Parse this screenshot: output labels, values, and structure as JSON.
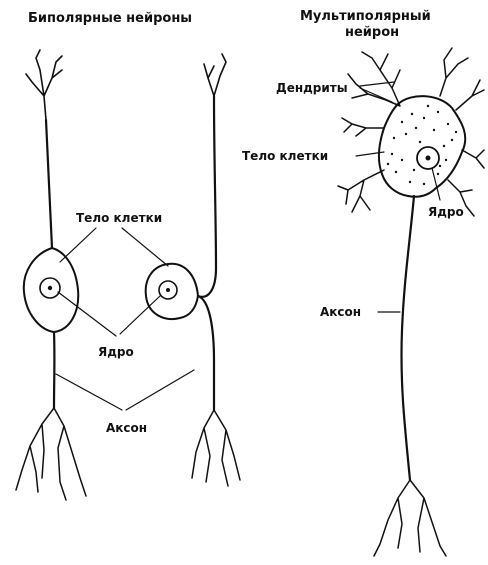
{
  "titles": {
    "bipolar": "Биполярные нейроны",
    "multipolar_line1": "Мультиполярный",
    "multipolar_line2": "нейрон"
  },
  "labels": {
    "cell_body_left": "Тело клетки",
    "nucleus_left": "Ядро",
    "axon_left": "Аксон",
    "dendrites": "Дендриты",
    "cell_body_right": "Тело клетки",
    "nucleus_right": "Ядро",
    "axon_right": "Аксон"
  },
  "colors": {
    "ink": "#111111",
    "background": "#ffffff"
  }
}
